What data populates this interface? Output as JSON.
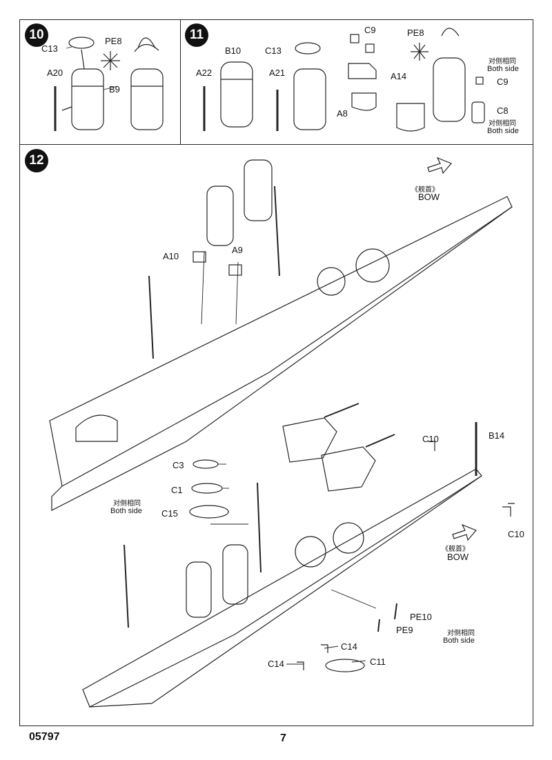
{
  "steps": {
    "s10": "10",
    "s11": "11",
    "s12": "12"
  },
  "step10": {
    "c13": "C13",
    "pe8": "PE8",
    "a20": "A20",
    "b9": "B9"
  },
  "step11": {
    "b10": "B10",
    "c13": "C13",
    "a22": "A22",
    "a21": "A21",
    "c9_top": "C9",
    "pe8": "PE8",
    "a14": "A14",
    "a8": "A8",
    "both_cn_1": "对侧相同",
    "both_en_1": "Both side",
    "c9_side": "C9",
    "c8": "C8",
    "both_cn_2": "对侧相同",
    "both_en_2": "Both side"
  },
  "step12": {
    "bow_cn_1": "《舰首》",
    "bow_en_1": "BOW",
    "a10": "A10",
    "a9": "A9",
    "c3": "C3",
    "c1": "C1",
    "c15": "C15",
    "both_cn_3": "对侧相同",
    "both_en_3": "Both side",
    "c10_top": "C10",
    "b14": "B14",
    "c10_right": "C10",
    "bow_cn_2": "《舰首》",
    "bow_en_2": "BOW",
    "pe10": "PE10",
    "pe9": "PE9",
    "both_cn_4": "对侧相同",
    "both_en_4": "Both side",
    "c14_a": "C14",
    "c14_b": "C14",
    "c11": "C11"
  },
  "footer": {
    "code": "05797",
    "page": "7"
  }
}
